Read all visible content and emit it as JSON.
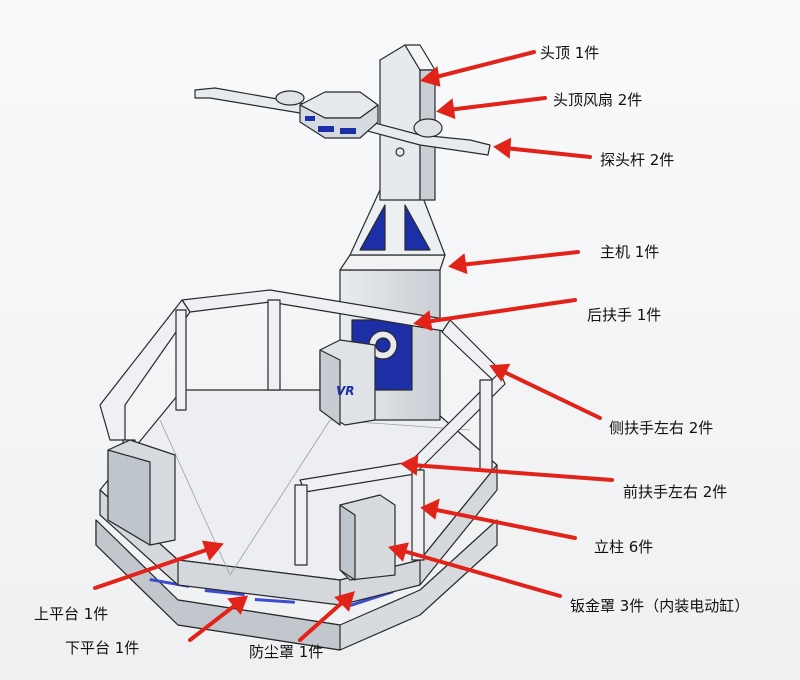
{
  "labels": {
    "head_top": "头顶  1件",
    "head_fan": "头顶风扇  2件",
    "probe_rod": "探头杆  2件",
    "main_unit": "主机  1件",
    "rear_handrail": "后扶手  1件",
    "side_handrail": "侧扶手左右   2件",
    "front_handrail": "前扶手左右  2件",
    "pillar": "立柱  6件",
    "sheet_metal_cover": "钣金罩 3件（内装电动缸）",
    "upper_platform": "上平台  1件",
    "lower_platform": "下平台  1件",
    "dust_cover": "防尘罩 1件"
  },
  "seat_logo": "VR",
  "colors": {
    "arrow": "#e2231a",
    "panel_blue": "#1c2fa6",
    "line": "#2a2a2a"
  }
}
